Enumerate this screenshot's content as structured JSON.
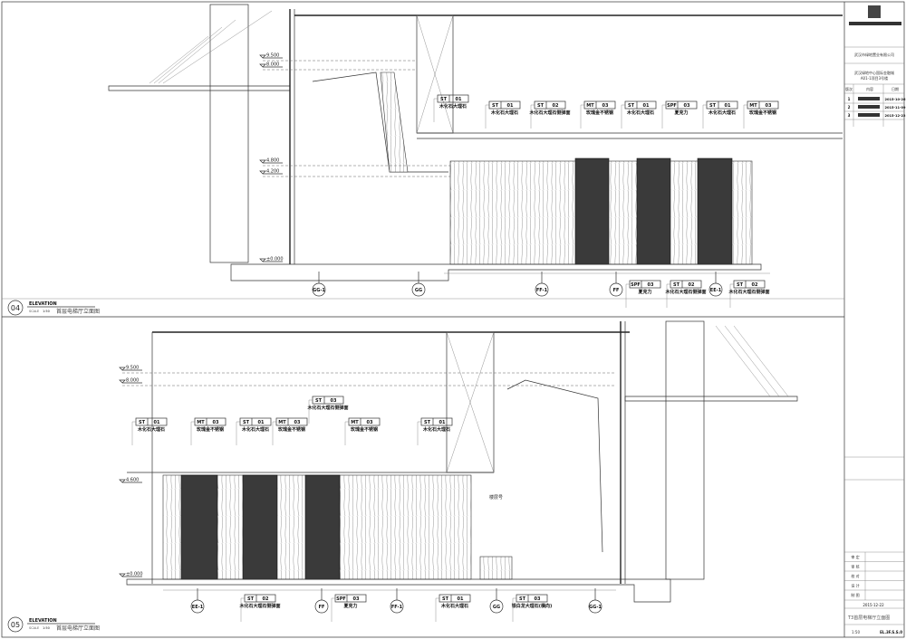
{
  "drawing": {
    "elevations": [
      {
        "number": "04",
        "heading": "ELEVATION",
        "scale_label": "SCALE",
        "scale": "1:50",
        "title": "首层电梯厅立面图",
        "levels": [
          "9.500",
          "8.000",
          "4.800",
          "4.200",
          "±0.000"
        ],
        "grids": [
          "GG-1",
          "GG",
          "FF-1",
          "FF",
          "EE-1"
        ],
        "tags_top": [
          {
            "code": "ST",
            "num": "01",
            "desc": "木化石大理石"
          },
          {
            "code": "ST",
            "num": "01",
            "desc": "木化石大理石"
          },
          {
            "code": "ST",
            "num": "02",
            "desc": "木化石大理石侧弹面"
          },
          {
            "code": "MT",
            "num": "03",
            "desc": "玫瑰金不锈钢"
          },
          {
            "code": "ST",
            "num": "01",
            "desc": "木化石大理石"
          },
          {
            "code": "SPF",
            "num": "03",
            "desc": "夏克力"
          },
          {
            "code": "ST",
            "num": "01",
            "desc": "木化石大理石"
          },
          {
            "code": "MT",
            "num": "03",
            "desc": "玫瑰金不锈钢"
          }
        ],
        "tags_bottom": [
          {
            "code": "SPF",
            "num": "03",
            "desc": "夏克力"
          },
          {
            "code": "ST",
            "num": "02",
            "desc": "木化石大理石侧弹面"
          },
          {
            "code": "ST",
            "num": "02",
            "desc": "木化石大理石侧弹面"
          }
        ]
      },
      {
        "number": "05",
        "heading": "ELEVATION",
        "scale_label": "SCALE",
        "scale": "1:50",
        "title": "首层电梯厅立面图",
        "levels": [
          "9.500",
          "8.000",
          "4.600",
          "±0.000"
        ],
        "grids": [
          "EE-1",
          "FF",
          "FF-1",
          "GG",
          "GG-1"
        ],
        "note": "楼层号",
        "tags_top": [
          {
            "code": "ST",
            "num": "01",
            "desc": "木化石大理石"
          },
          {
            "code": "MT",
            "num": "03",
            "desc": "玫瑰金不锈钢"
          },
          {
            "code": "ST",
            "num": "01",
            "desc": "木化石大理石"
          },
          {
            "code": "MT",
            "num": "03",
            "desc": "玫瑰金不锈钢"
          },
          {
            "code": "ST",
            "num": "03",
            "desc": "木化石大理石侧弹面"
          },
          {
            "code": "MT",
            "num": "03",
            "desc": "玫瑰金不锈钢"
          },
          {
            "code": "ST",
            "num": "01",
            "desc": "木化石大理石"
          }
        ],
        "tags_bottom": [
          {
            "code": "ST",
            "num": "02",
            "desc": "木化石大理石侧弹面"
          },
          {
            "code": "SPF",
            "num": "03",
            "desc": "夏克力"
          },
          {
            "code": "ST",
            "num": "01",
            "desc": "木化石大理石"
          },
          {
            "code": "ST",
            "num": "03",
            "desc": "银白龙大理石(横向)"
          }
        ]
      }
    ]
  },
  "title_block": {
    "client": "武汉市绿地置业有限公司",
    "project": "武汉绿地中心国际金融城",
    "project_sub": "A01-1项目3号楼",
    "revision_headers": [
      "版次",
      "内容",
      "日期"
    ],
    "revisions": [
      {
        "no": "1",
        "date": "2015-10-26"
      },
      {
        "no": "2",
        "date": "2015-11-09"
      },
      {
        "no": "3",
        "date": "2015-12-22"
      }
    ],
    "sign_rows": [
      "审 定",
      "审 核",
      "校 对",
      "设 计",
      "制 图"
    ],
    "issue_date": "2015-12-22",
    "drawing_title": "T3首层电梯厅立面图",
    "scale": "1:50",
    "drawing_no": "EL.3F.S.S.0"
  }
}
